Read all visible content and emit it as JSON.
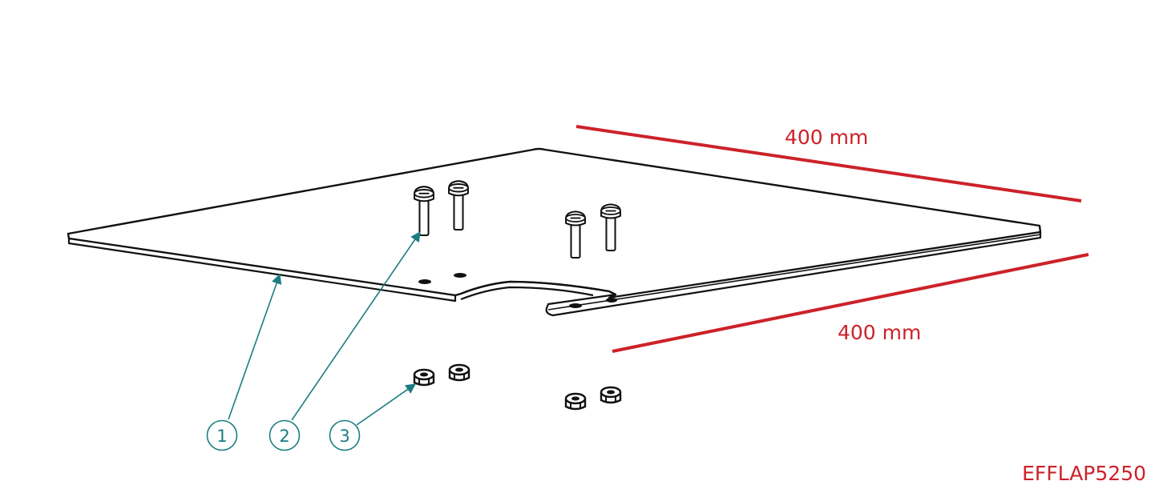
{
  "dimensions": {
    "top_length": "400 mm",
    "bottom_length": "400 mm"
  },
  "balloons": [
    {
      "number": "1",
      "part": "plate"
    },
    {
      "number": "2",
      "part": "bolt"
    },
    {
      "number": "3",
      "part": "nut"
    }
  ],
  "part_code": "EFFLAP5250",
  "colors": {
    "dimension": "#cc2229",
    "leader": "#1b7d80",
    "outline": "#111111"
  }
}
